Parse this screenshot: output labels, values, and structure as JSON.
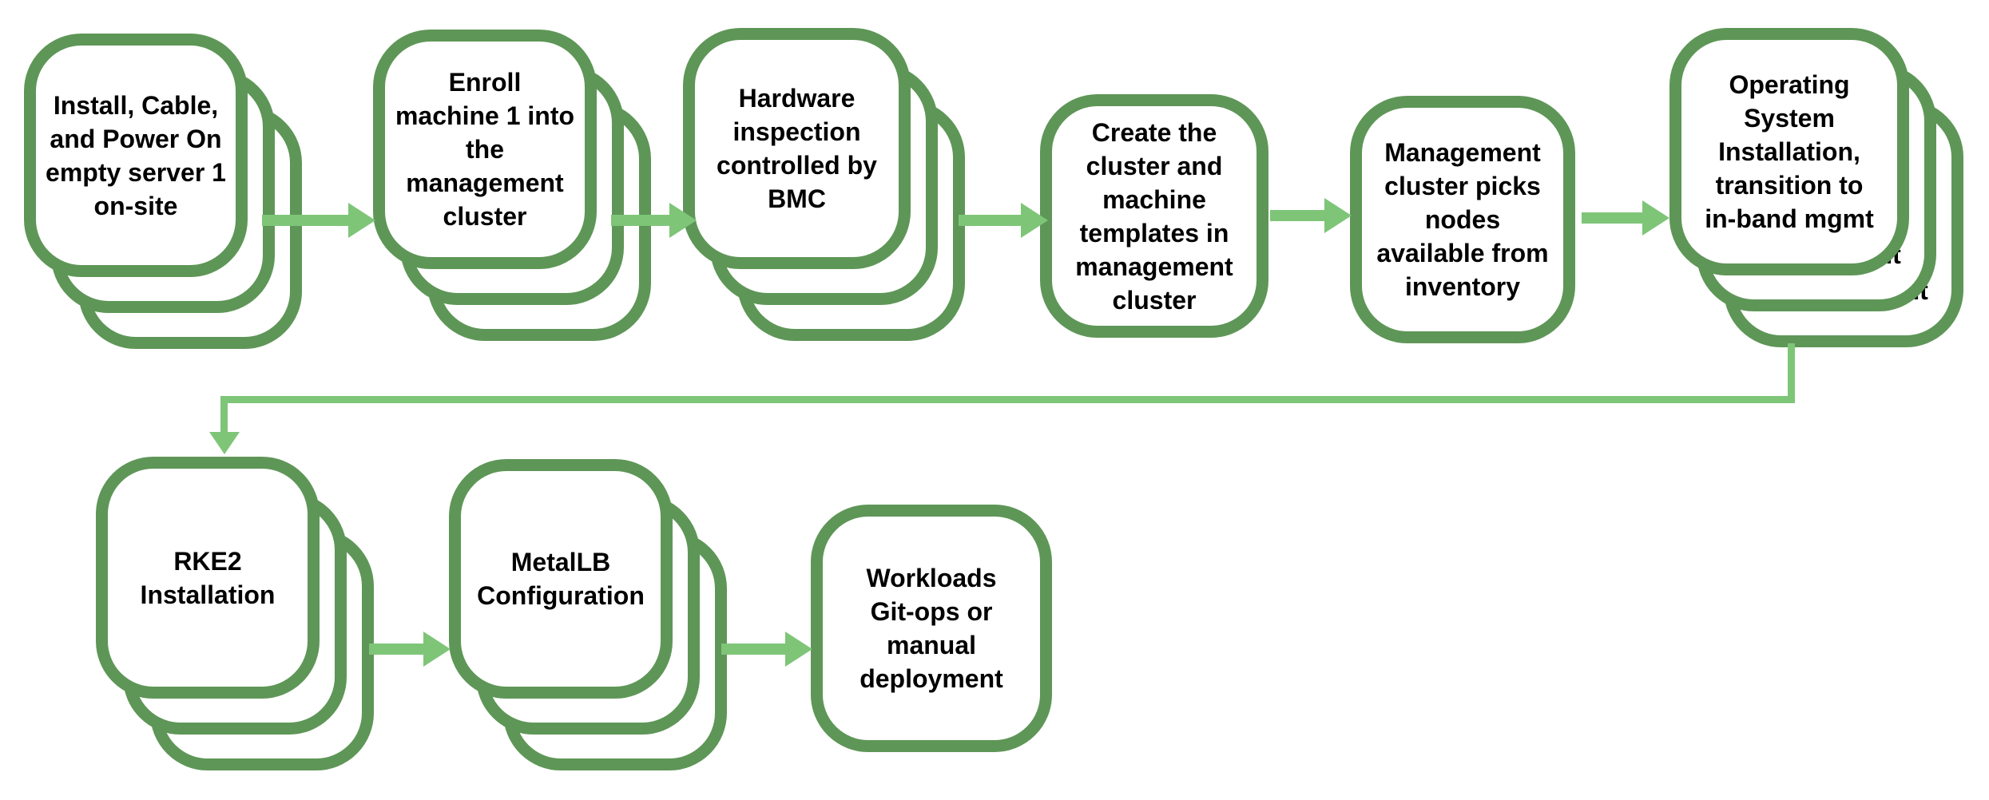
{
  "diagram": {
    "type": "flowchart",
    "colors": {
      "box_border": "#5e9657",
      "box_fill": "#ffffff",
      "arrow": "#7ec578",
      "text": "#000000"
    },
    "nodes": [
      {
        "id": "install",
        "stacked": true,
        "lines": [
          "Install, Cable,",
          "and Power On",
          "empty server 1",
          "on-site"
        ]
      },
      {
        "id": "enroll",
        "stacked": true,
        "lines": [
          "Enroll",
          "machine 1 into",
          "the",
          "management",
          "cluster"
        ]
      },
      {
        "id": "hardware",
        "stacked": true,
        "lines": [
          "Hardware",
          "inspection",
          "controlled by",
          "BMC"
        ]
      },
      {
        "id": "create",
        "stacked": false,
        "lines": [
          "Create the",
          "cluster and",
          "machine",
          "templates in",
          "management",
          "cluster"
        ]
      },
      {
        "id": "pick",
        "stacked": false,
        "lines": [
          "Management",
          "cluster picks",
          "nodes",
          "available from",
          "inventory"
        ]
      },
      {
        "id": "os",
        "stacked": true,
        "lines": [
          "Operating",
          "System",
          "Installation,",
          "transition to",
          "in-band mgmt"
        ]
      },
      {
        "id": "rke2",
        "stacked": true,
        "lines": [
          "RKE2",
          "Installation"
        ]
      },
      {
        "id": "metallb",
        "stacked": true,
        "lines": [
          "MetalLB",
          "Configuration"
        ]
      },
      {
        "id": "workloads",
        "stacked": false,
        "lines": [
          "Workloads",
          "Git-ops or",
          "manual",
          "deployment"
        ]
      }
    ],
    "edges": [
      {
        "from": "install",
        "to": "enroll"
      },
      {
        "from": "enroll",
        "to": "hardware"
      },
      {
        "from": "hardware",
        "to": "create"
      },
      {
        "from": "create",
        "to": "pick"
      },
      {
        "from": "pick",
        "to": "os"
      },
      {
        "from": "os",
        "to": "rke2"
      },
      {
        "from": "rke2",
        "to": "metallb"
      },
      {
        "from": "metallb",
        "to": "workloads"
      }
    ]
  }
}
